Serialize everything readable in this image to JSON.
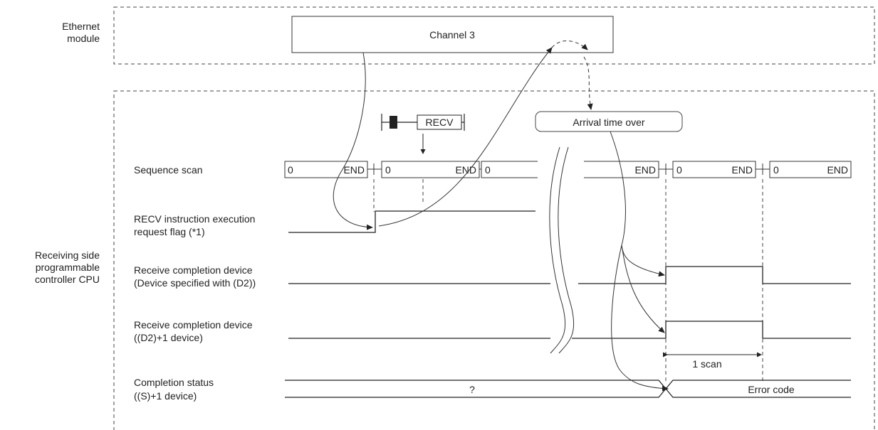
{
  "ethernet_module": {
    "label_line1": "Ethernet",
    "label_line2": "module",
    "channel": "Channel 3"
  },
  "cpu": {
    "label_line1": "Receiving side",
    "label_line2": "programmable",
    "label_line3": "controller CPU"
  },
  "ladder": {
    "instruction": "RECV"
  },
  "arrival_bubble": "Arrival time over",
  "signals": {
    "sequence_scan": "Sequence scan",
    "recv_flag_line1": "RECV instruction execution",
    "recv_flag_line2": "request flag (*1)",
    "completion_device_line1": "Receive completion device",
    "completion_device_line2": "(Device specified with (D2))",
    "completion_device2_line1": "Receive completion device",
    "completion_device2_line2": "((D2)+1 device)",
    "status_line1": "Completion status",
    "status_line2": "((S)+1 device)"
  },
  "scan_labels": {
    "start": "0",
    "end": "END"
  },
  "status_values": {
    "unknown": "?",
    "error": "Error code"
  },
  "one_scan": "1 scan"
}
